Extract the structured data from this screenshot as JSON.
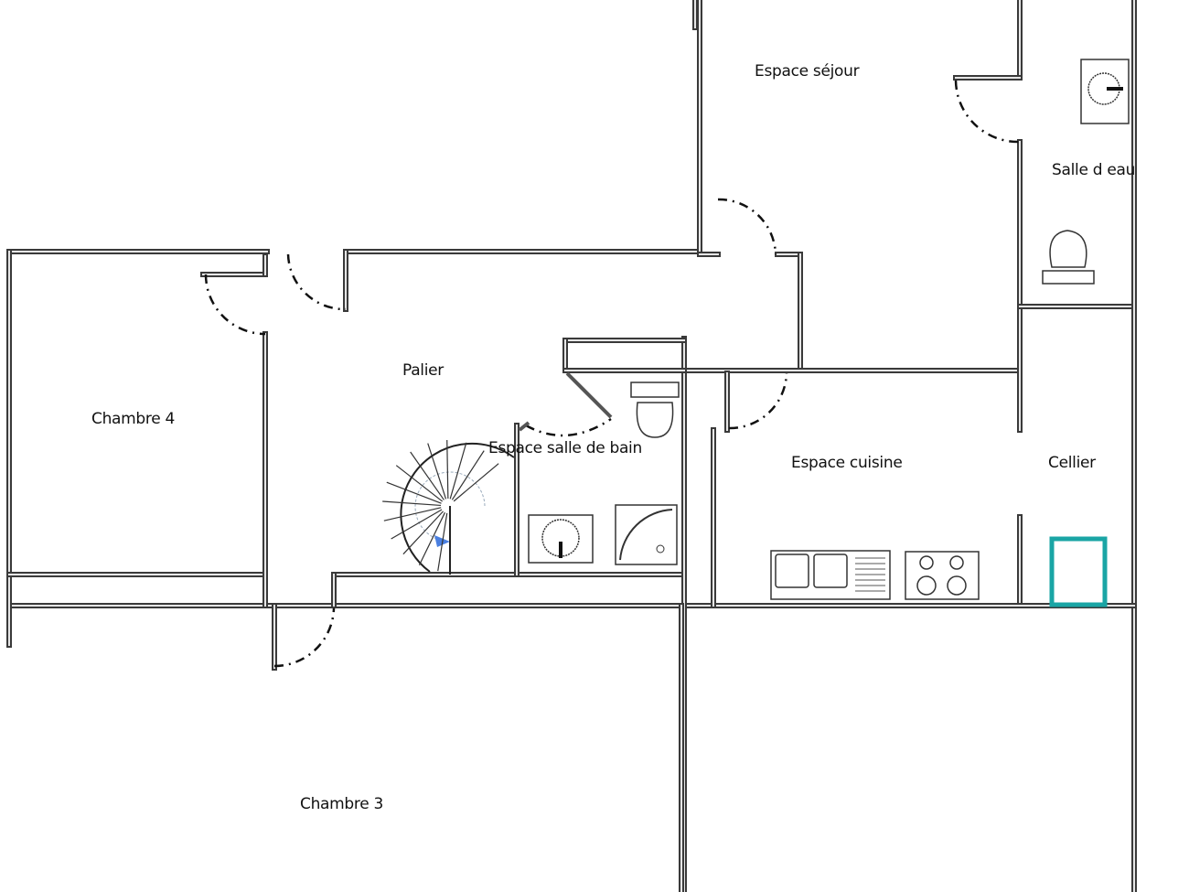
{
  "plan": {
    "rooms": [
      {
        "name": "Espace séjour"
      },
      {
        "name": "Salle d eau"
      },
      {
        "name": "Palier"
      },
      {
        "name": "Chambre 4"
      },
      {
        "name": "Espace salle de bain"
      },
      {
        "name": "Espace cuisine"
      },
      {
        "name": "Cellier"
      },
      {
        "name": "Chambre 3"
      }
    ],
    "colors": {
      "wall": "#3a3a3a",
      "highlight": "#1aa5a5",
      "stair_arrow": "#4a7fe0"
    }
  }
}
